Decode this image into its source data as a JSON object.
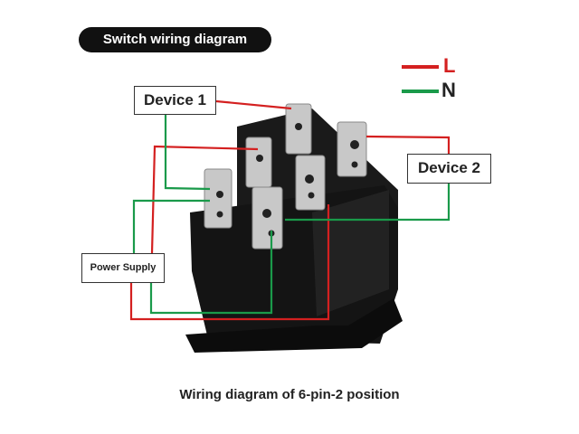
{
  "title": "Switch wiring diagram",
  "legend": {
    "live_label": "L",
    "neutral_label": "N",
    "live_color": "#d42020",
    "neutral_color": "#1a9a4a"
  },
  "labels": {
    "device1": "Device 1",
    "device2": "Device 2",
    "power_supply": "Power Supply"
  },
  "caption": "Wiring diagram of 6-pin-2 position"
}
